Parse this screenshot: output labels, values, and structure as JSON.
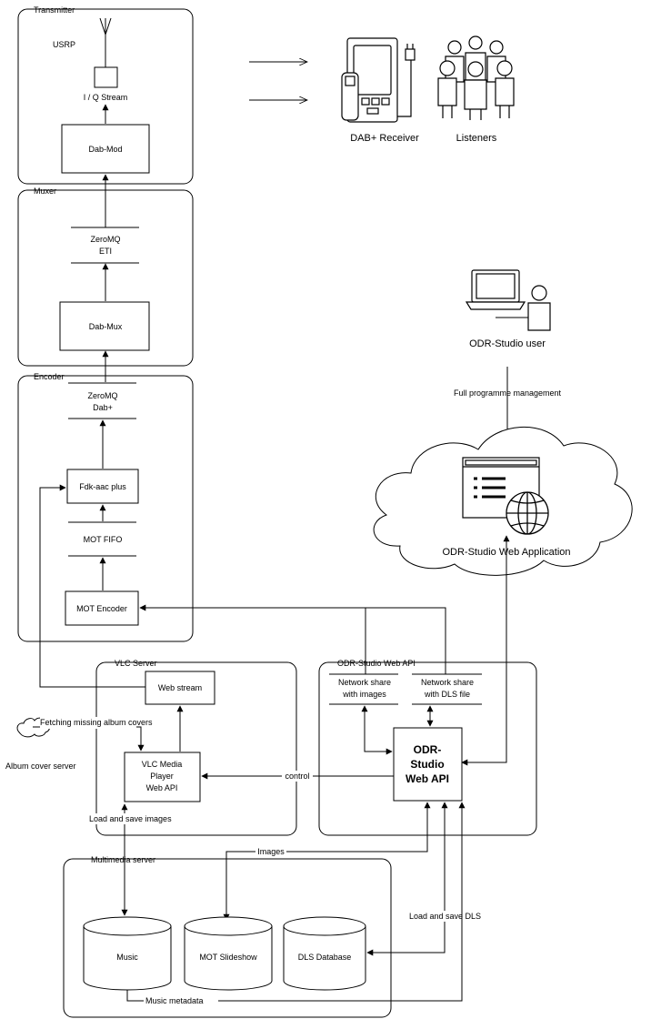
{
  "groups": {
    "transmitter": "Transmitter",
    "muxer": "Muxer",
    "encoder": "Encoder",
    "vlc_server": "VLC Server",
    "odr_web_api_group": "ODR-Studio Web API",
    "multimedia_server": "Multimedia server"
  },
  "transmitter": {
    "usrp": "USRP",
    "iq_stream": "I / Q Stream",
    "dab_mod": "Dab-Mod"
  },
  "muxer": {
    "zeromq_line1": "ZeroMQ",
    "zeromq_line2": "ETI",
    "dab_mux": "Dab-Mux"
  },
  "encoder": {
    "zeromq_line1": "ZeroMQ",
    "zeromq_line2": "Dab+",
    "fdk": "Fdk-aac plus",
    "mot_fifo": "MOT FIFO",
    "mot_encoder": "MOT Encoder"
  },
  "receivers": {
    "dab_receiver": "DAB+ Receiver",
    "listeners": "Listeners"
  },
  "studio_user": {
    "label": "ODR-Studio user",
    "full_mgmt": "Full programme management",
    "web_app": "ODR-Studio Web Application"
  },
  "vlc": {
    "web_stream": "Web stream",
    "player_line1": "VLC Media",
    "player_line2": "Player",
    "player_line3": "Web API",
    "fetching": "Fetching missing album covers",
    "album_server": "Album cover server",
    "load_save_images": "Load and save images",
    "control": "control"
  },
  "odr_api": {
    "share_images_line1": "Network share",
    "share_images_line2": "with images",
    "share_dls_line1": "Network share",
    "share_dls_line2": "with DLS file",
    "api_line1": "ODR-",
    "api_line2": "Studio",
    "api_line3": "Web API"
  },
  "multimedia": {
    "images": "Images",
    "load_save_dls": "Load and save DLS",
    "music": "Music",
    "mot_slideshow": "MOT Slideshow",
    "dls_database": "DLS Database",
    "music_metadata": "Music metadata"
  }
}
